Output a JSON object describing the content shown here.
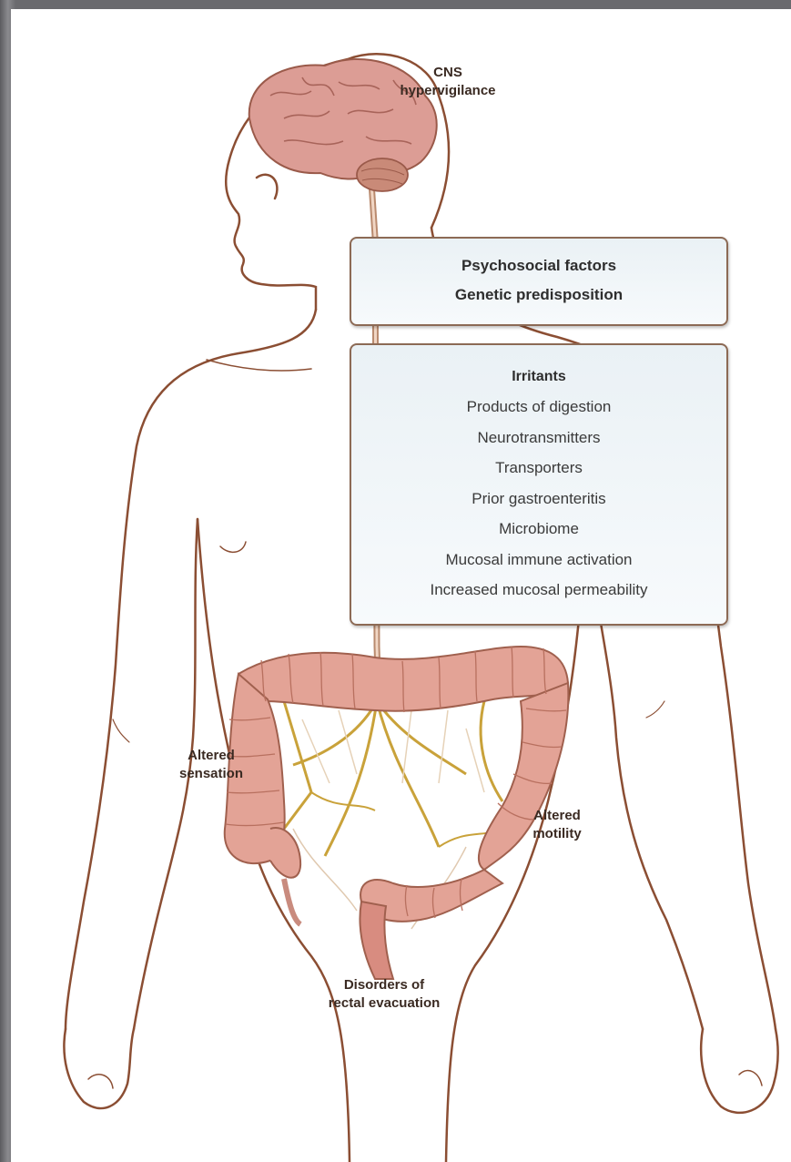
{
  "labels": {
    "cns": "CNS\nhypervigilance",
    "cns_line1": "CNS",
    "cns_line2": "hypervigilance",
    "altered_sensation_1": "Altered",
    "altered_sensation_2": "sensation",
    "altered_motility_1": "Altered",
    "altered_motility_2": "motility",
    "disorders_1": "Disorders of",
    "disorders_2": "rectal evacuation"
  },
  "box_top": {
    "line1": "Psychosocial factors",
    "line2": "Genetic predisposition"
  },
  "box_irritants": {
    "heading": "Irritants",
    "items": [
      "Products of digestion",
      "Neurotransmitters",
      "Transporters",
      "Prior gastroenteritis",
      "Microbiome",
      "Mucosal immune activation",
      "Increased mucosal permeability"
    ]
  },
  "colors": {
    "outline": "#8b4e33",
    "brain": "#d9968f",
    "colon": "#e2a195",
    "mesentery_vessel": "#c9a23a",
    "box_border": "#8c6a55"
  }
}
